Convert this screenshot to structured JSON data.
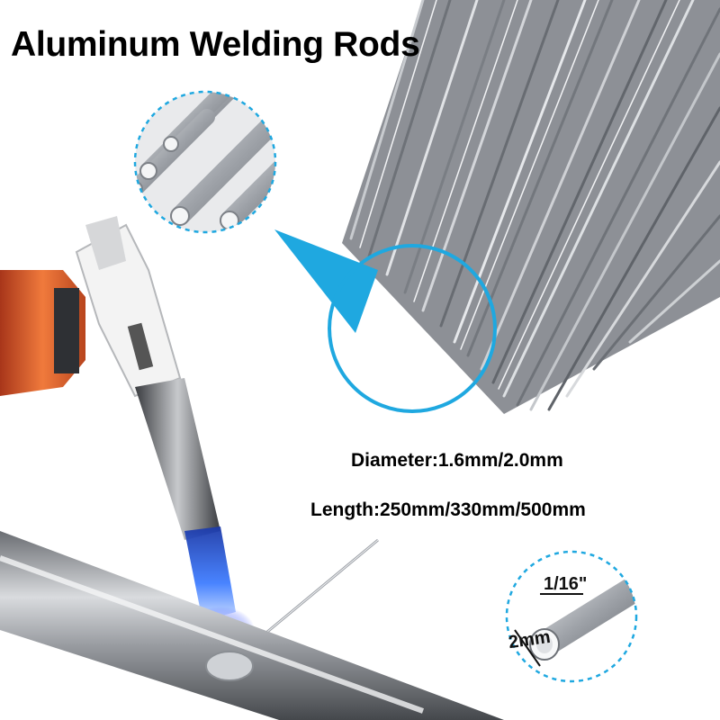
{
  "title": "Aluminum Welding Rods",
  "specs": {
    "diameter": "Diameter:1.6mm/2.0mm",
    "length": "Length:250mm/330mm/500mm"
  },
  "dimensions": {
    "inch": "1/16\"",
    "mm": "2mm"
  },
  "colors": {
    "accent": "#1fa8e0",
    "rod": "#b9bcc2",
    "flame": "#2f6bff",
    "torch_body": "#e8642a"
  }
}
